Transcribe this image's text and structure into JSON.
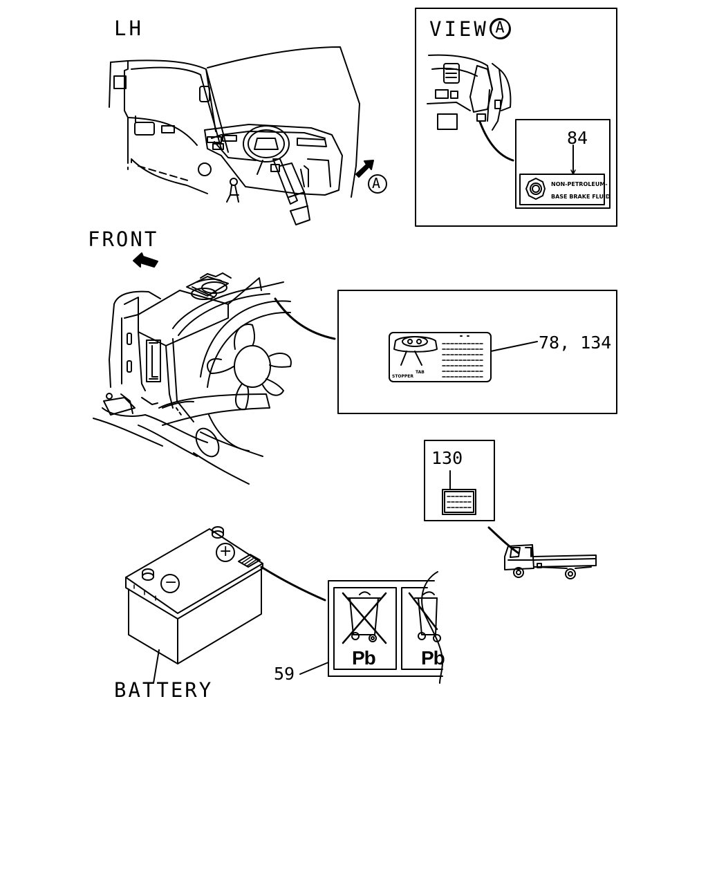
{
  "labels": {
    "lh": "LH",
    "view": "VIEW",
    "view_letter": "A",
    "arrow_letter": "A",
    "front": "FRONT",
    "battery": "BATTERY",
    "plus": "+",
    "minus": "−"
  },
  "callouts": {
    "c84": "84",
    "c78_134": "78, 134",
    "c130": "130",
    "c59": "59"
  },
  "brake_label": {
    "line1": "NON-PETROLEUM-",
    "line2": "BASE BRAKE FLUID"
  },
  "radiator_label": {
    "stopper": "STOPPER",
    "tab": "TAB"
  },
  "battery_label": {
    "pb1": "Pb",
    "pb2": "Pb"
  }
}
